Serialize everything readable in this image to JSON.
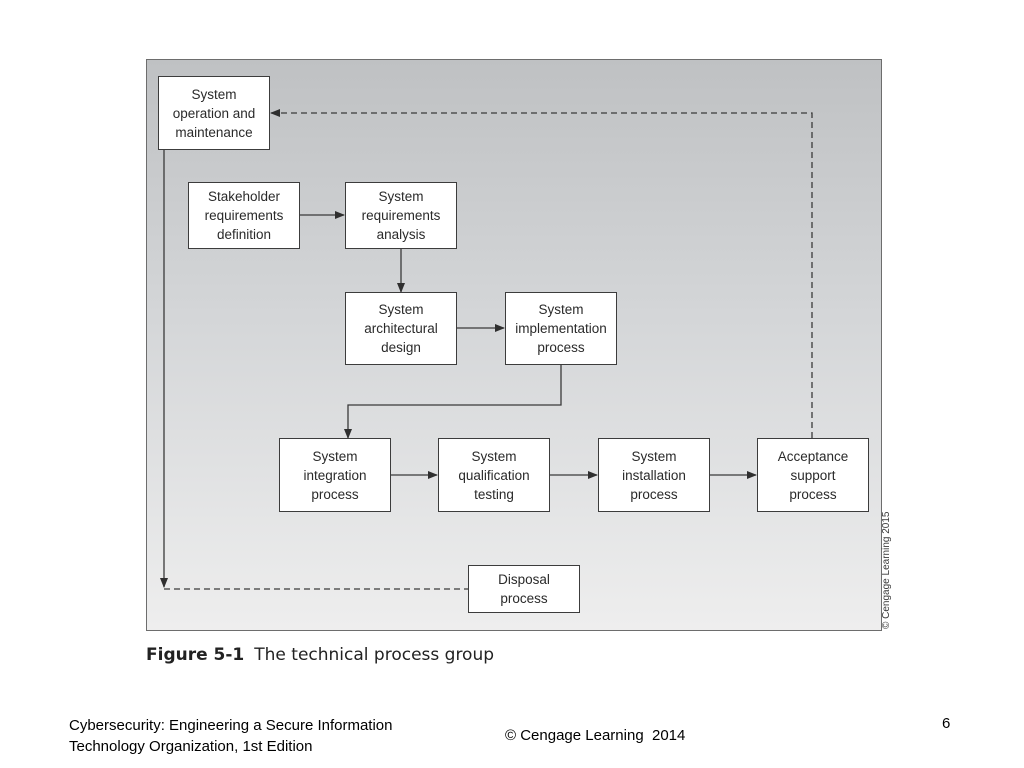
{
  "figure": {
    "nodes": {
      "operation": "System\noperation and\nmaintenance",
      "stakeholder": "Stakeholder\nrequirements\ndefinition",
      "sys_req": "System\nrequirements\nanalysis",
      "arch": "System\narchitectural\ndesign",
      "impl": "System\nimplementation\nprocess",
      "integration": "System\nintegration\nprocess",
      "qualification": "System\nqualification\ntesting",
      "installation": "System\ninstallation\nprocess",
      "acceptance": "Acceptance\nsupport\nprocess",
      "disposal": "Disposal process"
    },
    "credit": "© Cengage Learning 2015"
  },
  "caption": {
    "number": "Figure 5-1",
    "text": "The technical process group"
  },
  "footer": {
    "left": "Cybersecurity: Engineering a Secure Information\nTechnology Organization, 1st Edition",
    "center": "© Cengage Learning  2014",
    "page": "6"
  },
  "colors": {
    "panel_top": "#bfc1c3",
    "panel_bottom": "#eeeeee",
    "line": "#3a3a3a"
  }
}
